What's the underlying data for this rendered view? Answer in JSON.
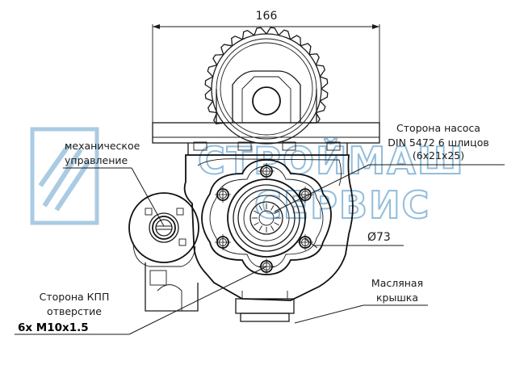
{
  "dimensions": {
    "width_value": "166",
    "diameter_value": "Ø73"
  },
  "watermark": {
    "line1": "СТРОЙМАШ",
    "line2": "СЕРВИС",
    "color": "#7fb2d6"
  },
  "callouts": {
    "manual_control": [
      "механическое",
      "управление"
    ],
    "pump_side": [
      "Сторона насоса",
      "DIN 5472 6 шлицов",
      "(6х21х25)"
    ],
    "gearbox_side": [
      "Сторона КПП",
      "отверстие",
      "6х  М10х1.5"
    ],
    "oil_cover": [
      "Масляная",
      "крышка"
    ]
  }
}
